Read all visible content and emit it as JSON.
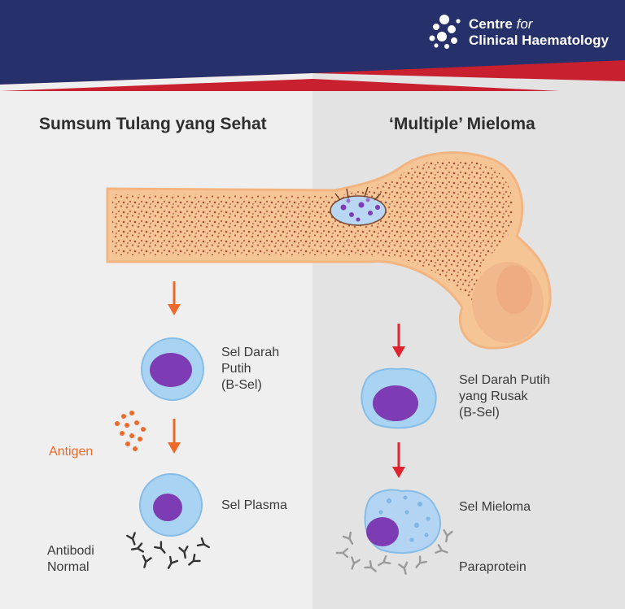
{
  "brand": {
    "line1": "Centre",
    "line1_italic": "for",
    "line2": "Clinical Haematology",
    "logo_icon": "dots-cluster-icon"
  },
  "panels": {
    "left": {
      "title": "Sumsum Tulang yang Sehat",
      "cell1_label": [
        "Sel Darah",
        "Putih",
        "(B-Sel)"
      ],
      "antigen_label": "Antigen",
      "cell2_label": "Sel Plasma",
      "antibody_label": [
        "Antibodi",
        "Normal"
      ]
    },
    "right": {
      "title": "‘Multiple’ Mieloma",
      "cell1_label": [
        "Sel Darah Putih",
        "yang Rusak",
        "(B-Sel)"
      ],
      "cell2_label": "Sel Mieloma",
      "protein_label": "Paraprotein"
    }
  },
  "colors": {
    "navy": "#26306a",
    "red": "#c8202f",
    "bone": "#f3c397",
    "bone_dot": "#b8694a",
    "cell": "#a9d3f2",
    "nucleus": "#7d3cb3",
    "orange_arrow": "#ee6a2a",
    "red_arrow": "#e0242f"
  }
}
